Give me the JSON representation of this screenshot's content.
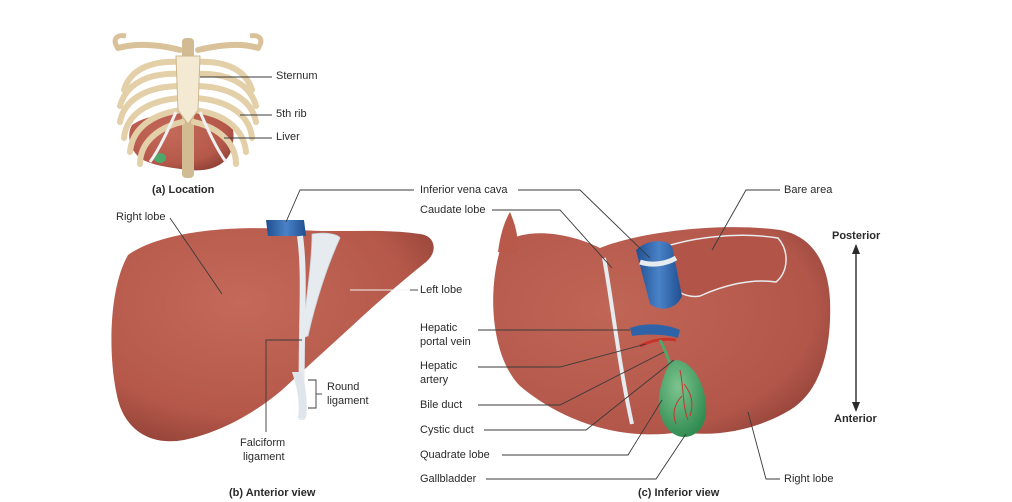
{
  "panels": {
    "location": {
      "caption": "(a) Location",
      "labels": {
        "sternum": "Sternum",
        "fifth_rib": "5th rib",
        "liver": "Liver"
      }
    },
    "anterior": {
      "caption": "(b) Anterior view",
      "labels": {
        "right_lobe": "Right lobe",
        "left_lobe": "Left lobe",
        "round_ligament_1": "Round",
        "round_ligament_2": "ligament",
        "falciform_1": "Falciform",
        "falciform_2": "ligament"
      }
    },
    "inferior": {
      "caption": "(c) Inferior view",
      "labels": {
        "inferior_vena_cava": "Inferior vena cava",
        "caudate_lobe": "Caudate lobe",
        "hepatic_portal_vein_1": "Hepatic",
        "hepatic_portal_vein_2": "portal vein",
        "hepatic_artery_1": "Hepatic",
        "hepatic_artery_2": "artery",
        "bile_duct": "Bile duct",
        "cystic_duct": "Cystic duct",
        "quadrate_lobe": "Quadrate lobe",
        "gallbladder": "Gallbladder",
        "bare_area": "Bare area",
        "right_lobe": "Right lobe"
      },
      "orientation": {
        "top": "Posterior",
        "bottom": "Anterior"
      }
    }
  },
  "colors": {
    "liver": "#b8594a",
    "liver_dark": "#8e3f35",
    "gallbladder": "#4fa86b",
    "vein_blue": "#2f63a8",
    "artery_red": "#c8332c",
    "ligament": "#e6ebef",
    "bone": "#e8d7b4"
  }
}
